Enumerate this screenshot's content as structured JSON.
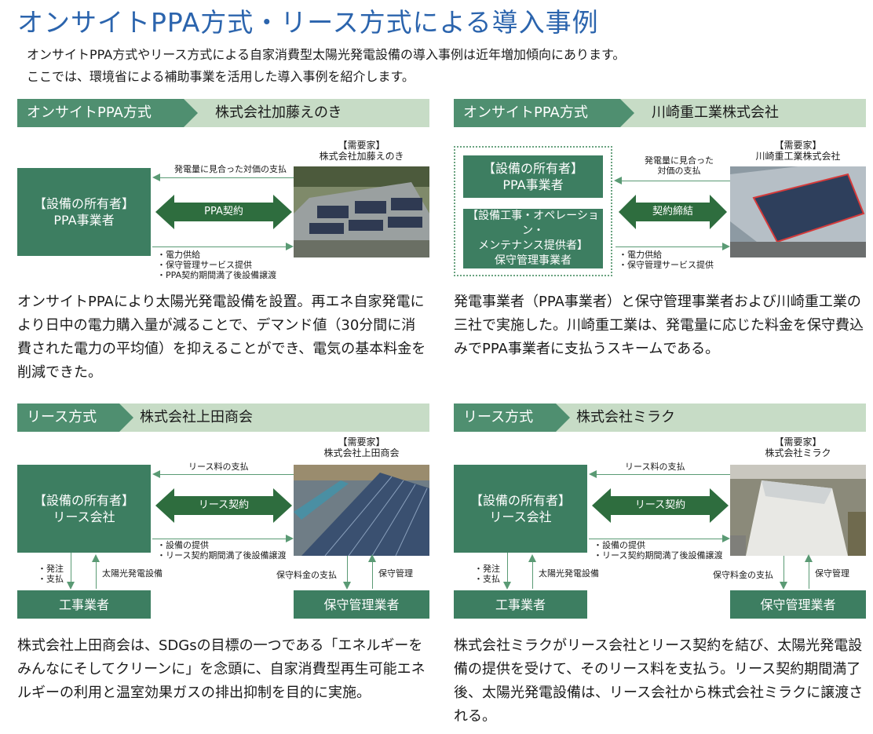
{
  "title": "オンサイトPPA方式・リース方式による導入事例",
  "intro": [
    "オンサイトPPA方式やリース方式による自家消費型太陽光発電設備の導入事例は近年増加傾向にあります。",
    "ここでは、環境省による補助事業を活用した導入事例を紹介します。"
  ],
  "colors": {
    "title": "#2b64ad",
    "tag": "#4f8f70",
    "header_bg": "#c7dcc6",
    "box": "#3d7e61",
    "arrow": "#2e6d3e"
  },
  "cases": [
    {
      "type": "オンサイトPPA方式",
      "company": "株式会社加藤えのき",
      "demand_label": "【需要家】",
      "demand_name": "株式会社加藤えのき",
      "owner_label": "【設備の所有者】",
      "owner_name": "PPA事業者",
      "top_note": "発電量に見合った対価の支払",
      "arrow_label": "PPA契約",
      "bottom_notes": [
        "・電力供給",
        "・保守管理サービス提供",
        "・PPA契約期間満了後設備譲渡"
      ],
      "description": "オンサイトPPAにより太陽光発電設備を設置。再エネ自家発電により日中の電力購入量が減ることで、デマンド値（30分間に消費された電力の平均値）を抑えることができ、電気の基本料金を削減できた。"
    },
    {
      "type": "オンサイトPPA方式",
      "company": "川崎重工業株式会社",
      "demand_label": "【需要家】",
      "demand_name": "川崎重工業株式会社",
      "owner_label": "【設備の所有者】",
      "owner_name": "PPA事業者",
      "second_label": "【設備工事・オペレーション・",
      "second_label2": "メンテナンス提供者】",
      "second_name": "保守管理事業者",
      "top_note1": "発電量に見合った",
      "top_note2": "対価の支払",
      "arrow_label": "契約締結",
      "bottom_notes": [
        "・電力供給",
        "・保守管理サービス提供"
      ],
      "description": "発電事業者（PPA事業者）と保守管理事業者および川崎重工業の三社で実施した。川崎重工業は、発電量に応じた料金を保守費込みでPPA事業者に支払うスキームである。"
    },
    {
      "type": "リース方式",
      "company": "株式会社上田商会",
      "demand_label": "【需要家】",
      "demand_name": "株式会社上田商会",
      "owner_label": "【設備の所有者】",
      "owner_name": "リース会社",
      "top_note": "リース料の支払",
      "arrow_label": "リース契約",
      "bottom_notes": [
        "・設備の提供",
        "・リース契約期間満了後設備譲渡"
      ],
      "order_notes": [
        "・発注",
        "・支払"
      ],
      "solar_note": "太陽光発電設備",
      "fee_note": "保守料金の支払",
      "maint_note": "保守管理",
      "contractor": "工事業者",
      "maintainer": "保守管理業者",
      "description": "株式会社上田商会は、SDGsの目標の一つである「エネルギーをみんなにそしてクリーンに」を念頭に、自家消費型再生可能エネルギーの利用と温室効果ガスの排出抑制を目的に実施。"
    },
    {
      "type": "リース方式",
      "company": "株式会社ミラク",
      "demand_label": "【需要家】",
      "demand_name": "株式会社ミラク",
      "owner_label": "【設備の所有者】",
      "owner_name": "リース会社",
      "top_note": "リース料の支払",
      "arrow_label": "リース契約",
      "bottom_notes": [
        "・設備の提供",
        "・リース契約期間満了後設備譲渡"
      ],
      "order_notes": [
        "・発注",
        "・支払"
      ],
      "solar_note": "太陽光発電設備",
      "fee_note": "保守料金の支払",
      "maint_note": "保守管理",
      "contractor": "工事業者",
      "maintainer": "保守管理業者",
      "description": "株式会社ミラクがリース会社とリース契約を結び、太陽光発電設備の提供を受けて、そのリース料を支払う。リース契約期間満了後、太陽光発電設備は、リース会社から株式会社ミラクに譲渡される。"
    }
  ]
}
